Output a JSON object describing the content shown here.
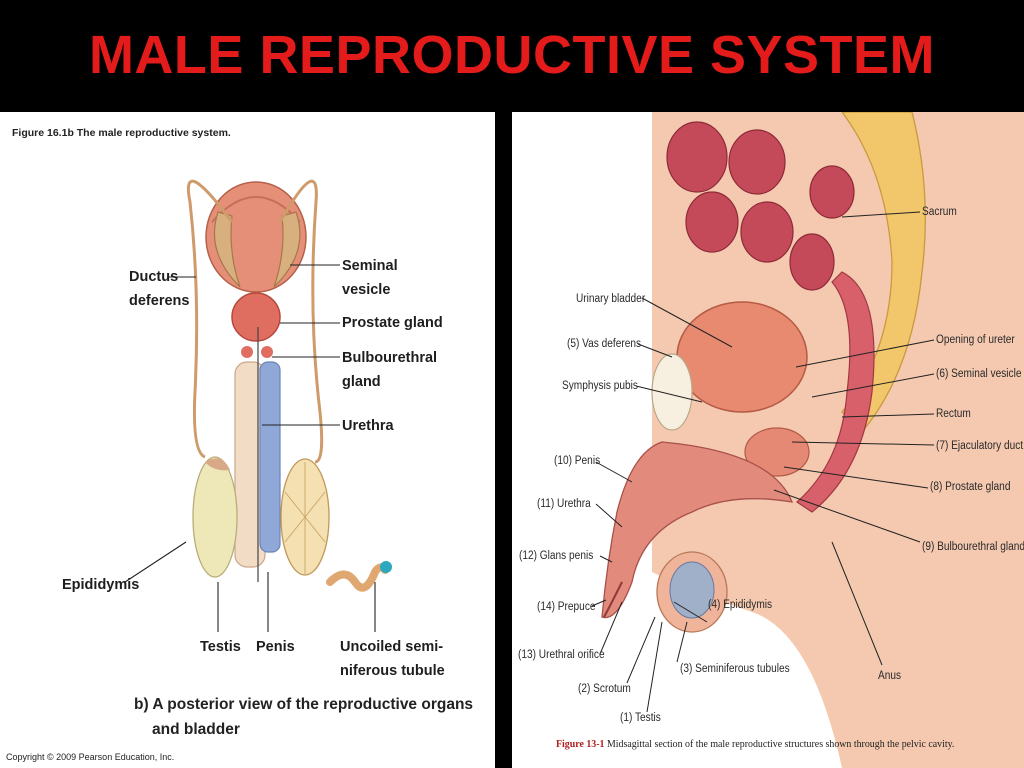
{
  "slide": {
    "title": "MALE REPRODUCTIVE SYSTEM",
    "colors": {
      "title": "#e31b1b",
      "background": "#000000",
      "panel": "#ffffff"
    }
  },
  "left_figure": {
    "caption_top": "Figure 16.1b The male reproductive system.",
    "labels": {
      "ductus_line1": "Ductus",
      "ductus_line2": "deferens",
      "seminal_line1": "Seminal",
      "seminal_line2": "vesicle",
      "prostate": "Prostate gland",
      "bulbo_line1": "Bulbourethral",
      "bulbo_line2": "gland",
      "urethra": "Urethra",
      "epididymis": "Epididymis",
      "testis": "Testis",
      "penis": "Penis",
      "uncoiled_line1": "Uncoiled semi-",
      "uncoiled_line2": "niferous tubule"
    },
    "subcaption_line1": "b) A posterior view of the reproductive organs",
    "subcaption_line2": "and bladder",
    "copyright": "Copyright © 2009 Pearson Education, Inc."
  },
  "right_figure": {
    "labels": {
      "sacrum": "Sacrum",
      "urinary_bladder": "Urinary bladder",
      "vas_deferens": "(5) Vas deferens",
      "symphysis_pubis": "Symphysis pubis",
      "opening_ureter": "Opening of ureter",
      "seminal_vesicle": "(6) Seminal vesicle",
      "rectum": "Rectum",
      "ejaculatory_duct": "(7) Ejaculatory duct",
      "penis": "(10) Penis",
      "prostate_gland": "(8) Prostate gland",
      "urethra": "(11) Urethra",
      "bulbourethral_gland": "(9) Bulbourethral gland",
      "glans_penis": "(12) Glans penis",
      "prepuce": "(14) Prepuce",
      "epididymis": "(4) Epididymis",
      "urethral_orifice": "(13) Urethral orifice",
      "seminiferous_tubules": "(3) Seminiferous tubules",
      "anus": "Anus",
      "scrotum": "(2) Scrotum",
      "testis": "(1) Testis"
    },
    "caption_prefix": "Figure 13-1",
    "caption_text": "Midsagittal section of the male reproductive structures shown through the pelvic cavity."
  }
}
